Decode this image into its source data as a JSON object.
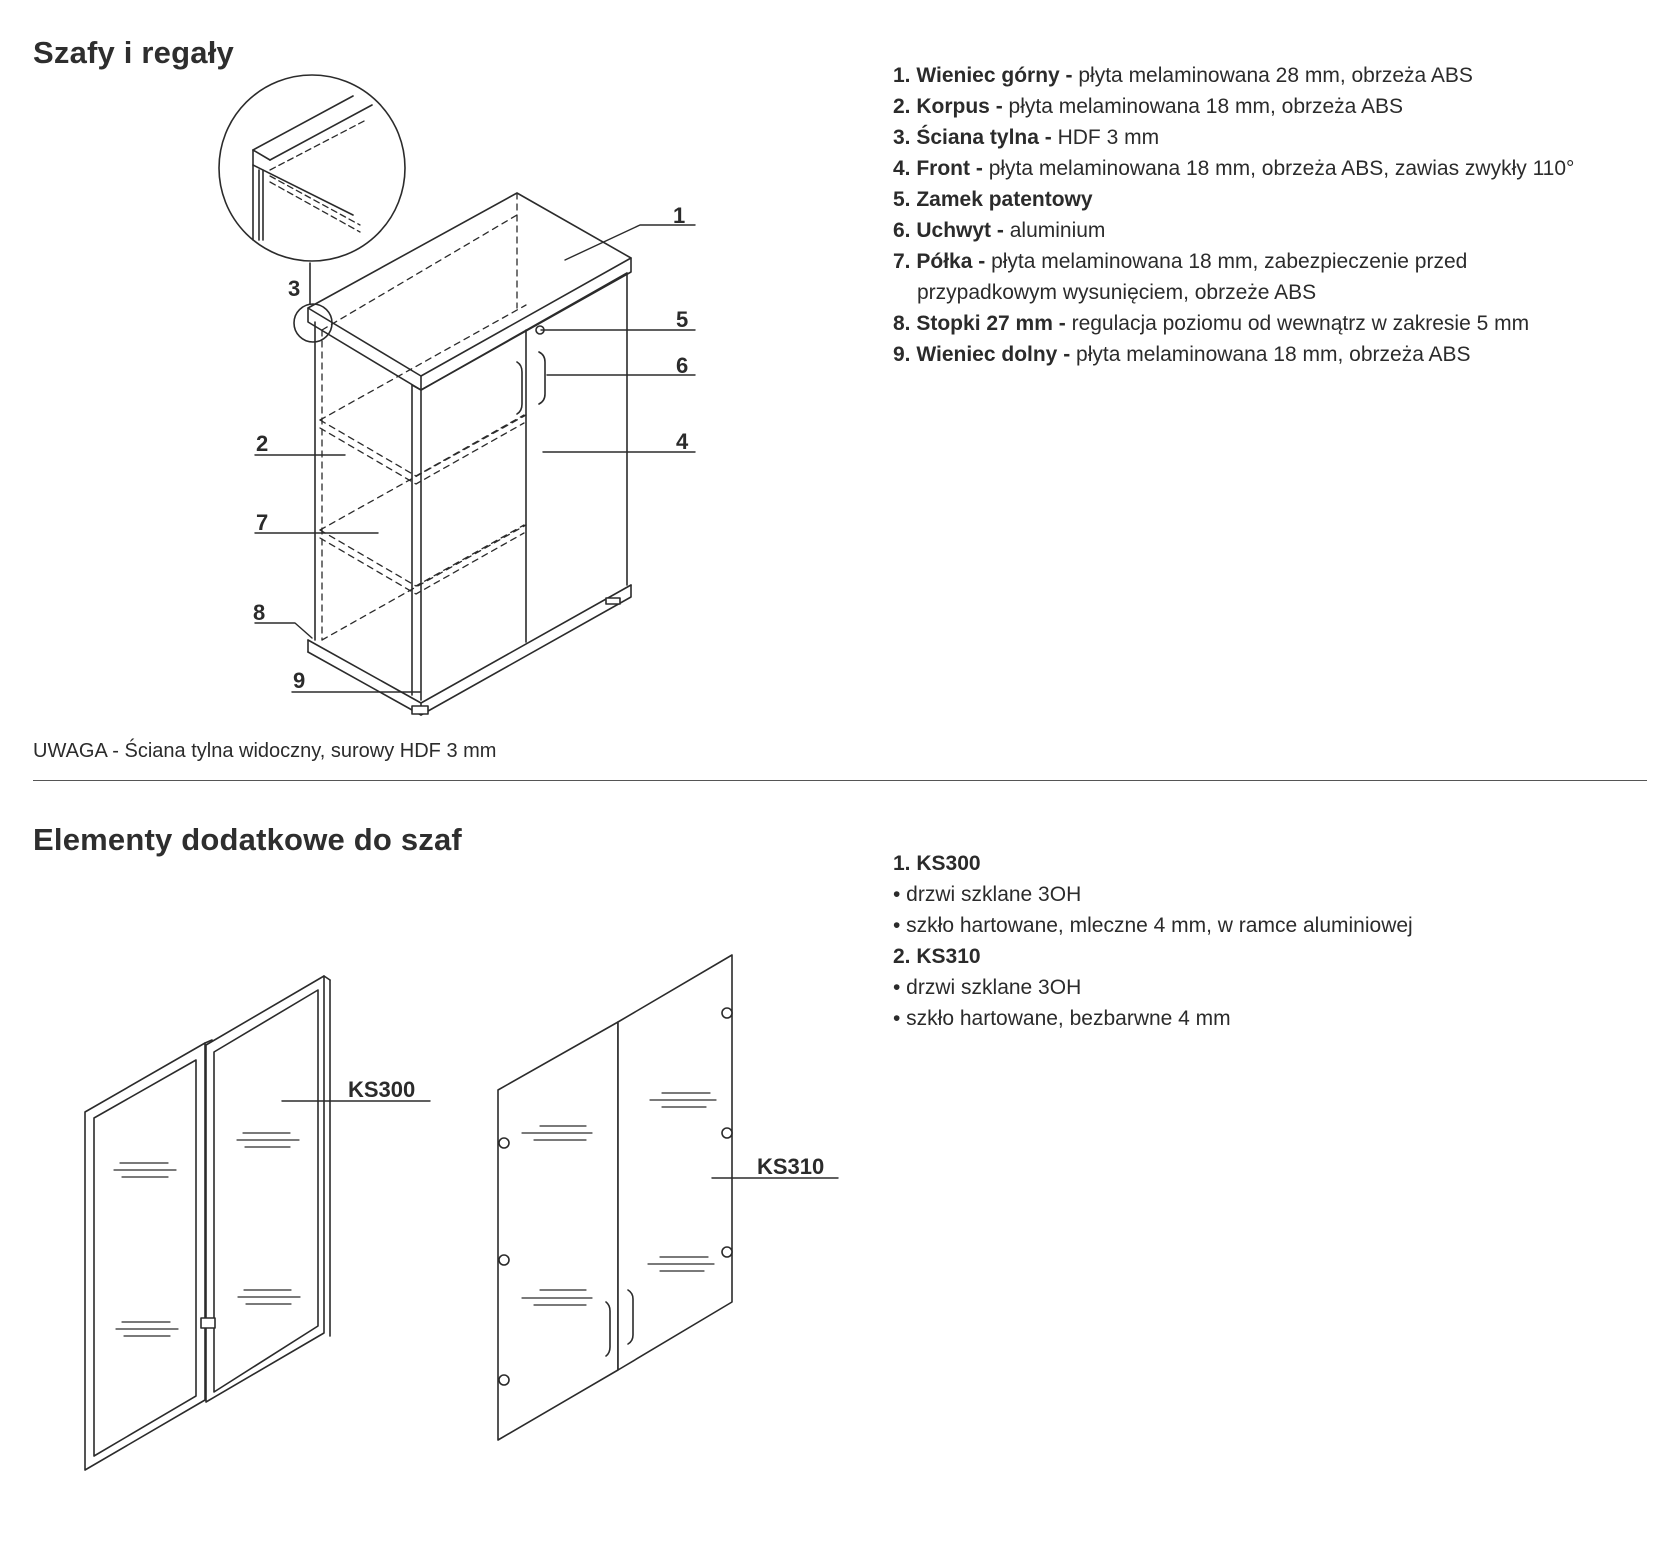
{
  "section1": {
    "title": "Szafy i regały",
    "callouts": [
      "1",
      "2",
      "3",
      "4",
      "5",
      "6",
      "7",
      "8",
      "9"
    ],
    "parts": [
      {
        "num": "1.",
        "name": "Wieniec górny -",
        "desc": "płyta melaminowana 28 mm, obrzeża ABS"
      },
      {
        "num": "2.",
        "name": "Korpus -",
        "desc": "płyta melaminowana 18 mm, obrzeża ABS"
      },
      {
        "num": "3.",
        "name": "Ściana tylna -",
        "desc": "HDF 3 mm"
      },
      {
        "num": "4.",
        "name": "Front -",
        "desc": "płyta melaminowana 18 mm, obrzeża ABS, zawias zwykły 110°"
      },
      {
        "num": "5.",
        "name": "Zamek patentowy",
        "desc": ""
      },
      {
        "num": "6.",
        "name": "Uchwyt -",
        "desc": "aluminium"
      },
      {
        "num": "7.",
        "name": "Półka -",
        "desc": "płyta melaminowana 18 mm, zabezpieczenie przed",
        "desc2": "przypadkowym wysunięciem, obrzeże ABS"
      },
      {
        "num": "8.",
        "name": "Stopki 27 mm -",
        "desc": "regulacja poziomu od wewnątrz w zakresie 5 mm"
      },
      {
        "num": "9.",
        "name": "Wieniec dolny -",
        "desc": "płyta melaminowana 18 mm, obrzeża ABS"
      }
    ],
    "note": "UWAGA - Ściana tylna widoczny, surowy HDF 3 mm"
  },
  "section2": {
    "title": "Elementy dodatkowe do szaf",
    "labels": {
      "ks300": "KS300",
      "ks310": "KS310"
    },
    "items": [
      {
        "heading": "1. KS300",
        "bullets": [
          "• drzwi szklane 3OH",
          "• szkło hartowane, mleczne 4 mm, w ramce aluminiowej"
        ]
      },
      {
        "heading": "2. KS310",
        "bullets": [
          "• drzwi szklane 3OH",
          "• szkło hartowane, bezbarwne 4 mm"
        ]
      }
    ]
  }
}
